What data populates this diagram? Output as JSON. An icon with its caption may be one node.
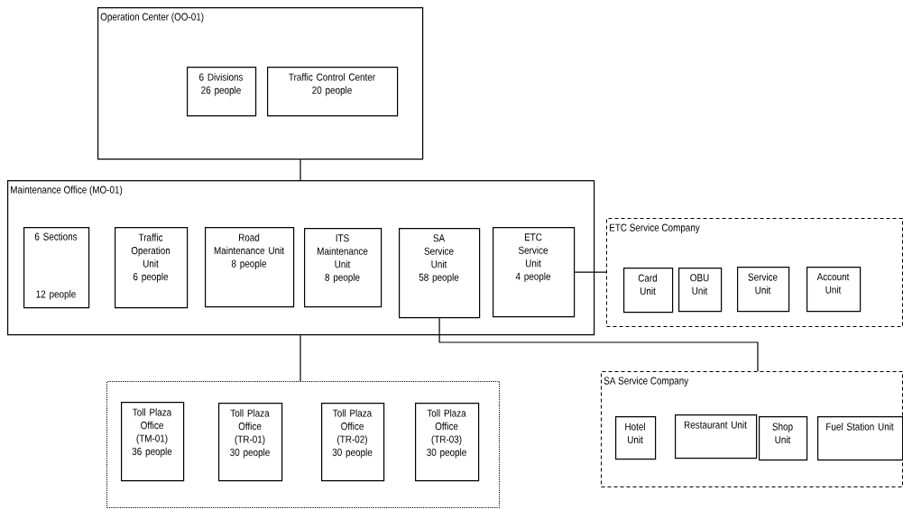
{
  "diagram": {
    "nodes": [
      {
        "text": [
          "Operation Center (OO-01)"
        ]
      },
      {
        "text": [
          "6 Divisions",
          "26 people"
        ],
        "in": 0
      },
      {
        "text": [
          "Traffic Control Center",
          "20 people"
        ],
        "in": 0
      },
      {
        "text": [
          "Maintenance Office (MO-01)"
        ]
      },
      {
        "text": [
          "6 Sections",
          "12 people"
        ],
        "in": 3
      },
      {
        "text": [
          "Traffic Operation Unit",
          "6 people"
        ],
        "in": 3
      },
      {
        "text": [
          "Road Maintenance Unit",
          "8 people"
        ],
        "in": 3
      },
      {
        "text": [
          "ITS Maintenance Unit",
          "8 people"
        ],
        "in": 3
      },
      {
        "text": [
          "SA Service Unit",
          "58 people"
        ],
        "in": 3
      },
      {
        "text": [
          "ETC Service Unit",
          "4 people"
        ],
        "in": 3
      },
      {
        "text": [
          "ETC Service Company"
        ]
      },
      {
        "text": [
          "Card Unit"
        ],
        "in": 10
      },
      {
        "text": [
          "OBU Unit"
        ],
        "in": 10
      },
      {
        "text": [
          "Service Unit"
        ],
        "in": 10
      },
      {
        "text": [
          "Account Unit"
        ],
        "in": 10
      },
      {
        "text": [],
        "shape": "box"
      },
      {
        "text": [
          "Toll Plaza Office (TM-01)",
          "36 people"
        ],
        "in": 15
      },
      {
        "text": [
          "Toll Plaza Office (TR-01)",
          "30 people"
        ],
        "in": 15
      },
      {
        "text": [
          "Toll Plaza Office (TR-02)",
          "30 people"
        ],
        "in": 15
      },
      {
        "text": [
          "Toll Plaza Office (TR-03)",
          "30 people"
        ],
        "in": 15
      },
      {
        "text": [
          "SA Service Company"
        ]
      },
      {
        "text": [
          "Hotel Unit"
        ],
        "in": 20
      },
      {
        "text": [
          "Restaurant Unit"
        ],
        "in": 20
      },
      {
        "text": [
          "Shop Unit"
        ],
        "in": 20
      },
      {
        "text": [
          "Fuel Station Unit"
        ],
        "in": 20
      }
    ],
    "edges": [
      {
        "from": 0,
        "to": 3,
        "arrow": "none"
      },
      {
        "from": 3,
        "to": 15,
        "arrow": "none"
      },
      {
        "from": 9,
        "to": 10,
        "arrow": "none"
      },
      {
        "from": 8,
        "to": 20,
        "arrow": "none"
      }
    ]
  }
}
